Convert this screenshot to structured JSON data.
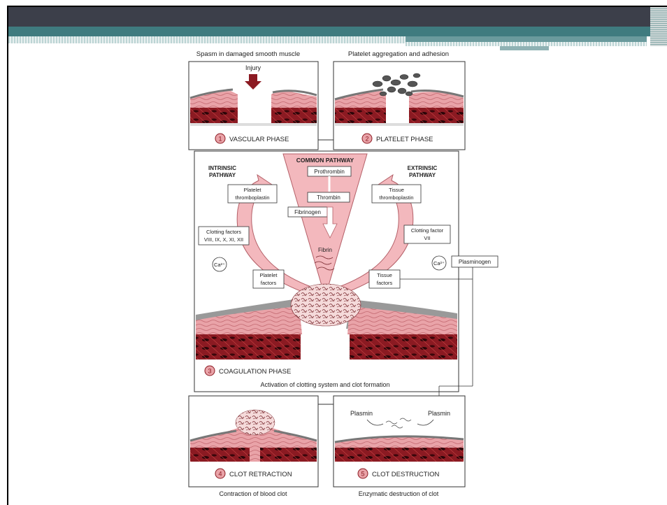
{
  "diagram": {
    "top_captions": {
      "left": "Spasm in damaged smooth muscle",
      "right": "Platelet aggregation and adhesion"
    },
    "injury_label": "Injury",
    "phases": [
      {
        "number": "1",
        "label": "VASCULAR PHASE"
      },
      {
        "number": "2",
        "label": "PLATELET PHASE"
      },
      {
        "number": "3",
        "label": "COAGULATION PHASE"
      },
      {
        "number": "4",
        "label": "CLOT RETRACTION"
      },
      {
        "number": "5",
        "label": "CLOT DESTRUCTION"
      }
    ],
    "common_pathway": {
      "title": "COMMON PATHWAY",
      "prothrombin": "Prothrombin",
      "thrombin": "Thrombin",
      "fibrinogen": "Fibrinogen",
      "fibrin": "Fibrin"
    },
    "intrinsic": {
      "title_line1": "INTRINSIC",
      "title_line2": "PATHWAY",
      "box1_line1": "Platelet",
      "box1_line2": "thromboplastin",
      "box2_line1": "Clotting factors",
      "box2_line2": "VIII, IX, X, XI, XII",
      "ca": "Ca²⁺",
      "box3_line1": "Platelet",
      "box3_line2": "factors"
    },
    "extrinsic": {
      "title_line1": "EXTRINSIC",
      "title_line2": "PATHWAY",
      "box1_line1": "Tissue",
      "box1_line2": "thromboplastin",
      "box2_line1": "Clotting factor",
      "box2_line2": "VII",
      "ca": "Ca²⁺",
      "box3_line1": "Tissue",
      "box3_line2": "factors"
    },
    "plasminogen": "Plasminogen",
    "coag_caption": "Activation of clotting system and clot formation",
    "plasmin_left": "Plasmin",
    "plasmin_right": "Plasmin",
    "bottom_captions": {
      "left": "Contraction of blood clot",
      "right": "Enzymatic destruction of clot"
    }
  },
  "colors": {
    "header_dark": "#3c3f4a",
    "header_teal": "#3f7b7f",
    "vessel_red": "#8b1a22",
    "tissue_pink": "#e9a3a8",
    "arrow_pink": "#f3b8bd",
    "phase_circle": "#e9a3a8"
  }
}
